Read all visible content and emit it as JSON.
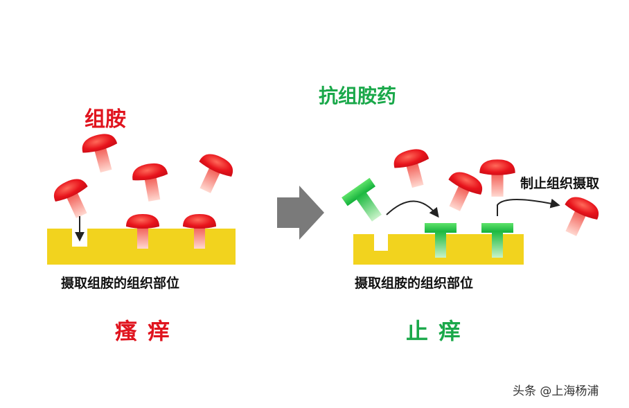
{
  "left": {
    "title": "组胺",
    "surface_label": "摄取组胺的组织部位",
    "result": "瘙 痒"
  },
  "right": {
    "title": "抗组胺药",
    "surface_label": "摄取组胺的组织部位",
    "block_label": "制止组织摄取",
    "result": "止 痒"
  },
  "watermark": "头条 @上海杨浦",
  "colors": {
    "red": "#e0141e",
    "green": "#1aa84a",
    "surface": "#f2d31e",
    "arrow": "#7a7a7a"
  },
  "icons": [
    "histamine-molecule-icon",
    "antihistamine-molecule-icon",
    "process-arrow-icon"
  ]
}
